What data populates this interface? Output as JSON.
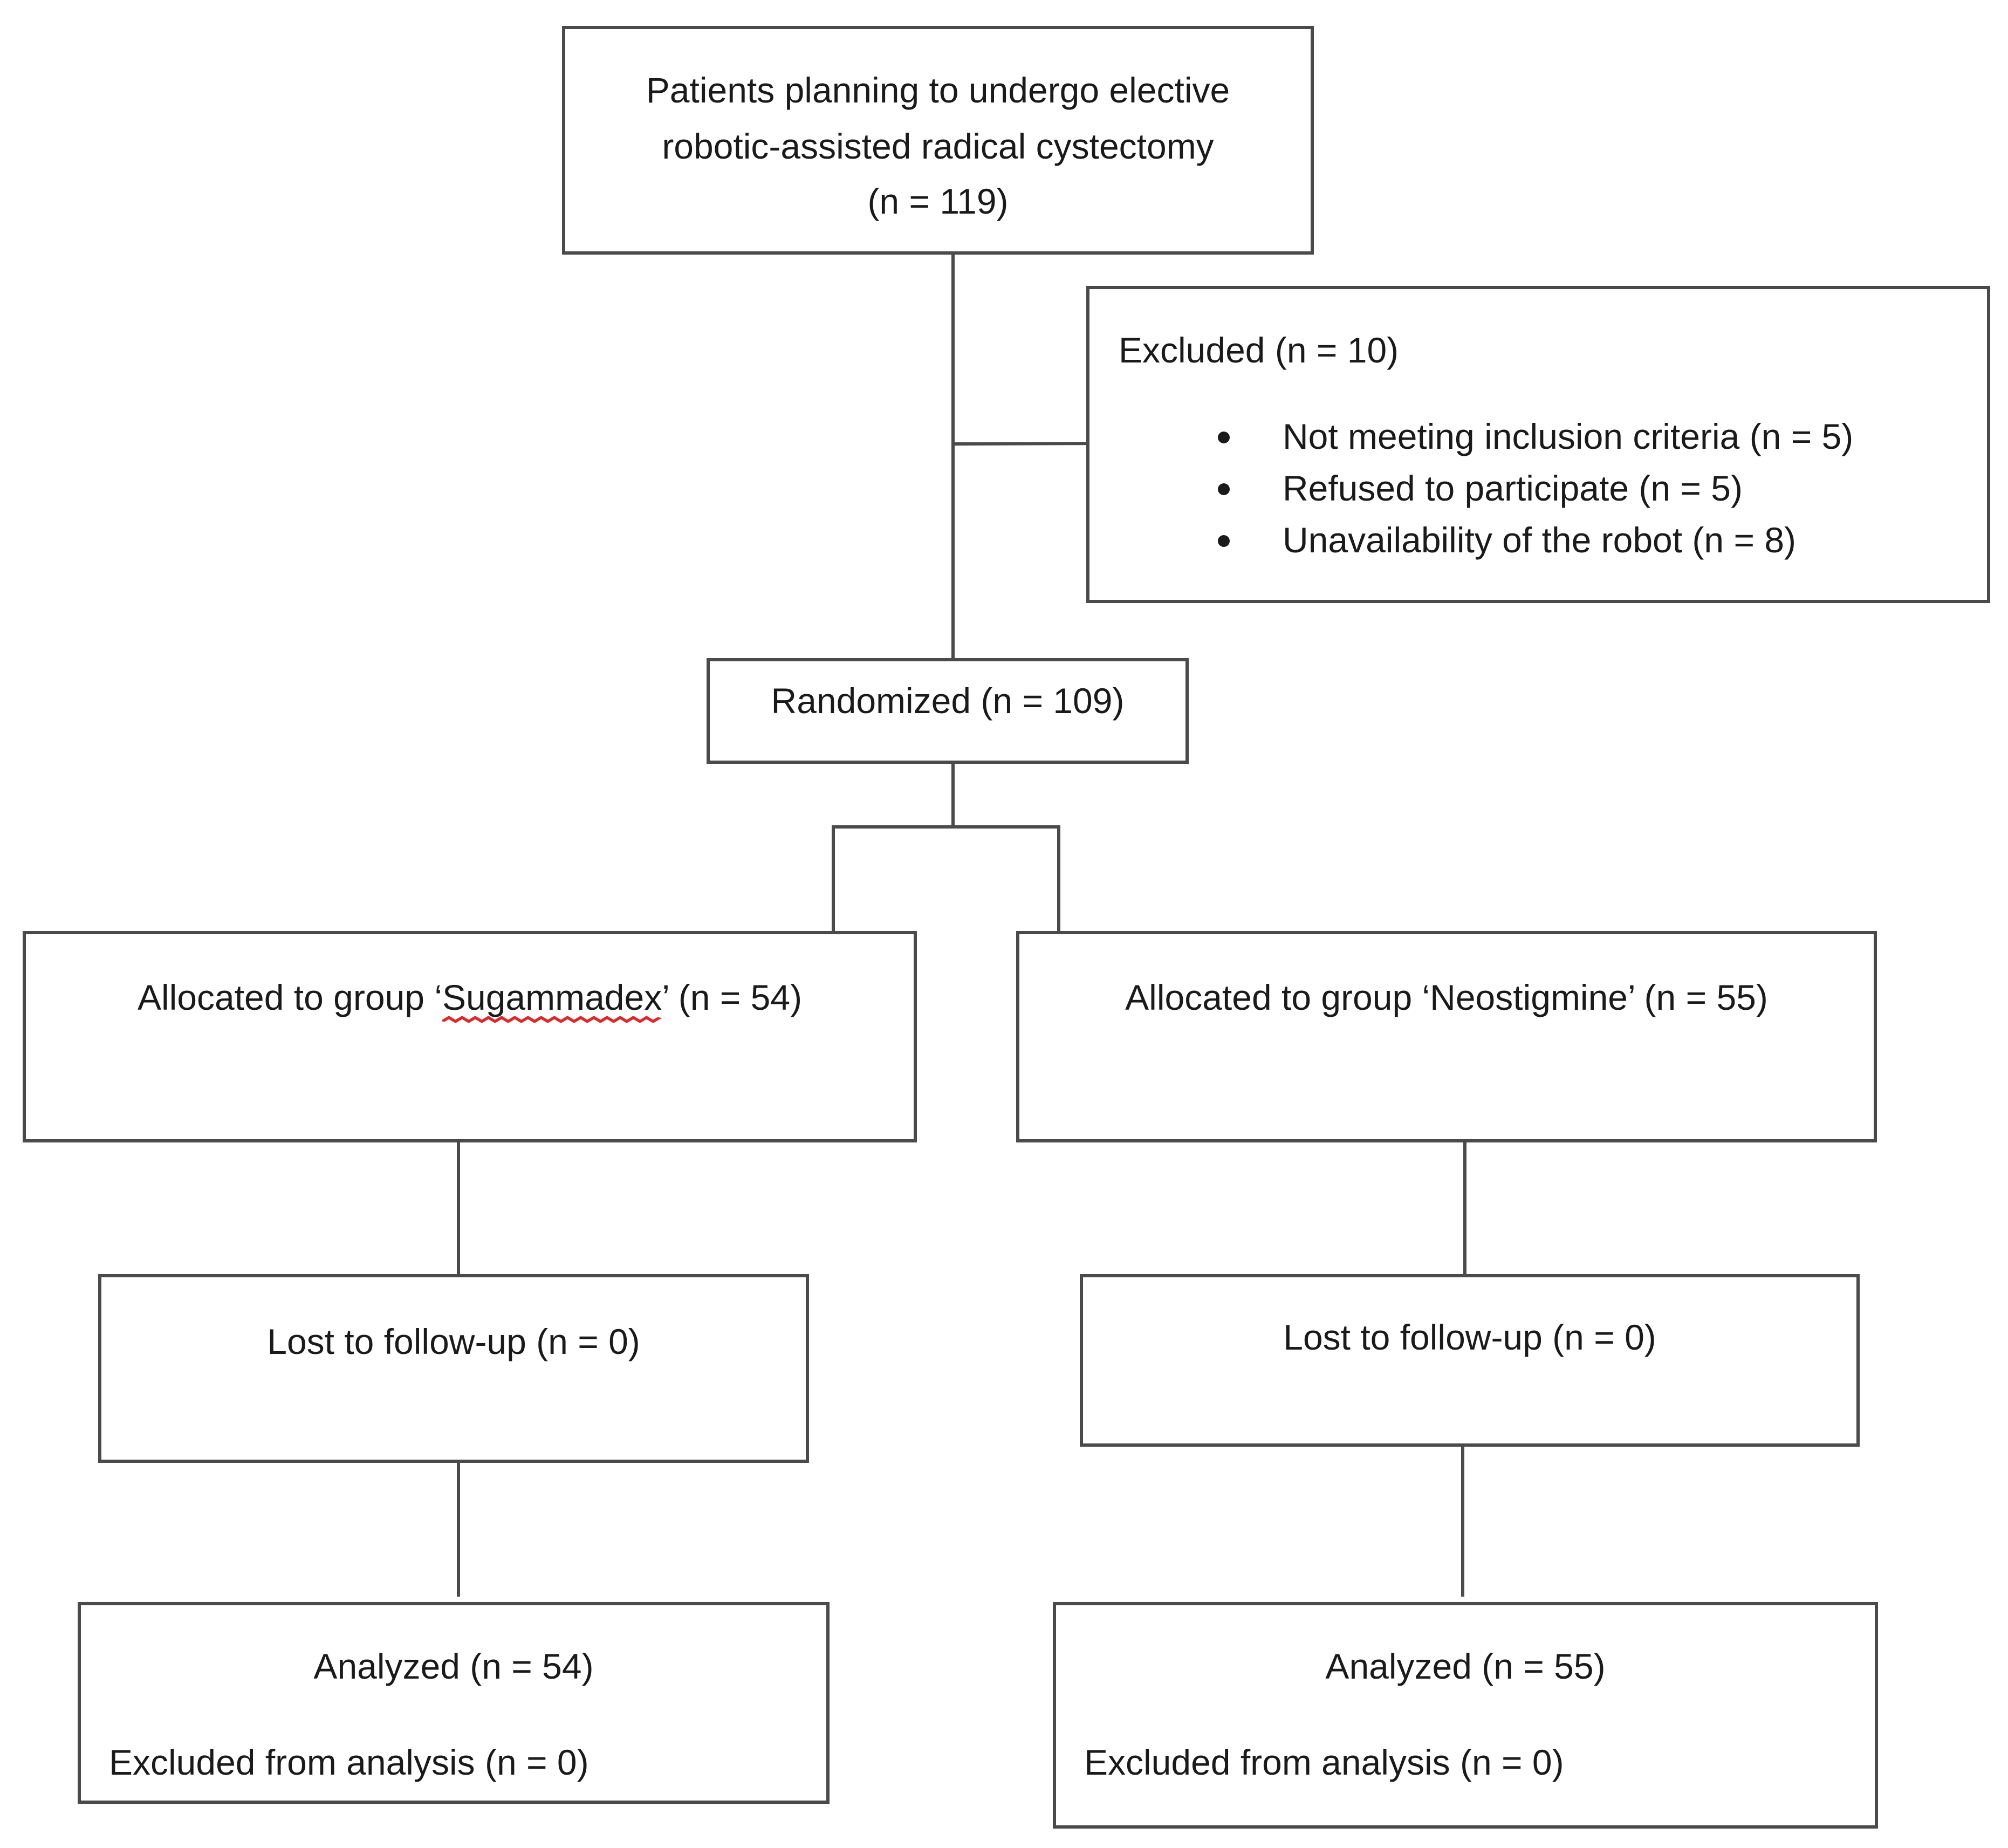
{
  "enrollment": {
    "line1": "Patients planning to undergo elective",
    "line2": "robotic-assisted radical cystectomy",
    "line3": "(n = 119)"
  },
  "excluded": {
    "title": "Excluded (n = 10)",
    "items": [
      "Not meeting inclusion criteria (n = 5)",
      "Refused to participate (n = 5)",
      "Unavailability of the robot (n = 8)"
    ]
  },
  "randomized": "Randomized (n = 109)",
  "left": {
    "allocated_prefix": "Allocated to group ‘",
    "allocated_name": "Sugammadex",
    "allocated_suffix": "’ (n = 54)",
    "lost": "Lost to follow-up (n = 0)",
    "analyzed": "Analyzed (n = 54)",
    "excluded_analysis": "Excluded from analysis (n = 0)"
  },
  "right": {
    "allocated": "Allocated to group ‘Neostigmine’ (n = 55)",
    "lost": "Lost to follow-up (n = 0)",
    "analyzed": "Analyzed (n = 55)",
    "excluded_analysis": "Excluded from analysis (n = 0)"
  }
}
